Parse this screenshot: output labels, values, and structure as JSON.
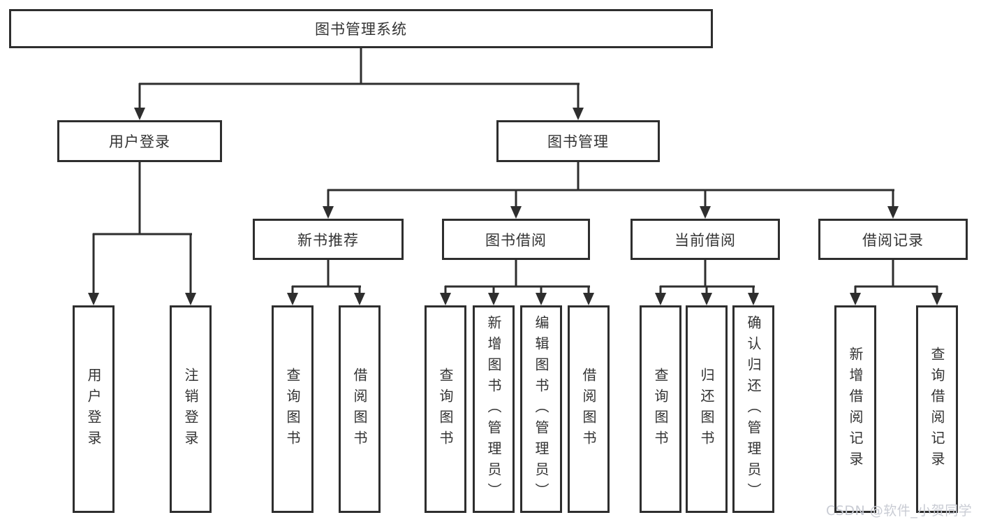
{
  "diagram": {
    "title": "图书管理系统",
    "root": {
      "label": "图书管理系统"
    },
    "branches": [
      {
        "label": "用户登录",
        "children": [
          {
            "label": "用户登录"
          },
          {
            "label": "注销登录"
          }
        ]
      },
      {
        "label": "图书管理",
        "children": [
          {
            "label": "新书推荐",
            "children": [
              {
                "label": "查询图书"
              },
              {
                "label": "借阅图书"
              }
            ]
          },
          {
            "label": "图书借阅",
            "children": [
              {
                "label": "查询图书"
              },
              {
                "label": "新增图书（管理员）"
              },
              {
                "label": "编辑图书（管理员）"
              },
              {
                "label": "借阅图书"
              }
            ]
          },
          {
            "label": "当前借阅",
            "children": [
              {
                "label": "查询图书"
              },
              {
                "label": "归还图书"
              },
              {
                "label": "确认归还（管理员）"
              }
            ]
          },
          {
            "label": "借阅记录",
            "children": [
              {
                "label": "新增借阅记录"
              },
              {
                "label": "查询借阅记录"
              }
            ]
          }
        ]
      }
    ]
  },
  "watermark": {
    "text": "CSDN @软件_小贺同学"
  },
  "colors": {
    "line": "#2e2e2e",
    "text": "#333333",
    "box_background": "#ffffff",
    "page_background": "#ffffff",
    "watermark": "#c9ccd4"
  }
}
